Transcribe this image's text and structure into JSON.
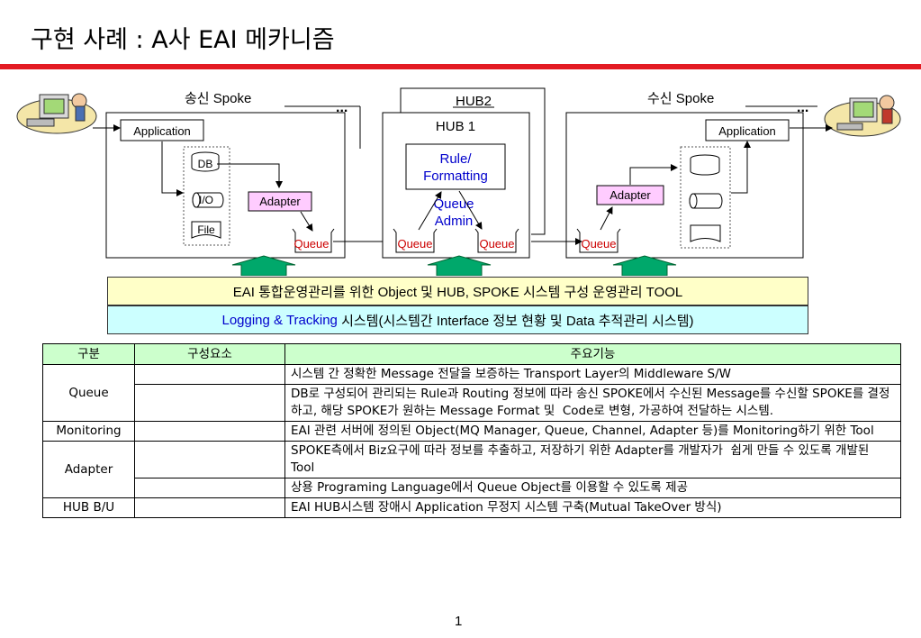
{
  "title": "구현 사례 : A사 EAI 메카니즘",
  "diagram": {
    "send_spoke_label": "송신 Spoke",
    "recv_spoke_label": "수신 Spoke",
    "ellipsis": "...",
    "hub2_label": "HUB2",
    "hub1_label": "HUB 1",
    "application": "Application",
    "db": "DB",
    "io": "I/O",
    "file": "File",
    "adapter": "Adapter",
    "queue": "Queue",
    "rule_line1": "Rule/",
    "rule_line2": "Formatting",
    "queue_admin_line1": "Queue",
    "queue_admin_line2": "Admin"
  },
  "bars": {
    "tool_text": "EAI 통합운영관리를 위한 Object 및 HUB, SPOKE 시스템 구성 운영관리 TOOL",
    "logging_blue": "Logging & Tracking",
    "logging_rest": " 시스템(시스템간 Interface 정보 현황 및 Data 추적관리 시스템)"
  },
  "table": {
    "headers": [
      "구분",
      "구성요소",
      "주요기능"
    ],
    "queue_label": "Queue",
    "queue_f1": "시스템 간 정확한 Message 전달을 보증하는 Transport Layer의 Middleware S/W",
    "queue_f2": "DB로 구성되어 관리되는 Rule과 Routing 정보에 따라 송신 SPOKE에서 수신된 Message를 수신할 SPOKE를 결정하고, 해당 SPOKE가 원하는 Message Format 및  Code로 변형, 가공하여 전달하는 시스템.",
    "monitoring_label": "Monitoring",
    "monitoring_f1": "EAI 관련 서버에 정의된 Object(MQ Manager, Queue, Channel, Adapter 등)를 Monitoring하기 위한 Tool",
    "adapter_label": "Adapter",
    "adapter_f1": "SPOKE측에서 Biz요구에 따라 정보를 추출하고, 저장하기 위한 Adapter를 개발자가  쉽게 만들 수 있도록 개발된 Tool",
    "adapter_f2": "상용 Programing Language에서 Queue Object를 이용할 수 있도록 제공",
    "hub_label": "HUB B/U",
    "hub_f1": "EAI HUB시스템 장애시 Application 무정지 시스템 구축(Mutual TakeOver 방식)"
  },
  "page_number": "1",
  "colors": {
    "accent_red": "#e31b23",
    "arrow_green": "#00a86b",
    "adapter_pink": "#ffccff",
    "header_green": "#ccffcc"
  }
}
